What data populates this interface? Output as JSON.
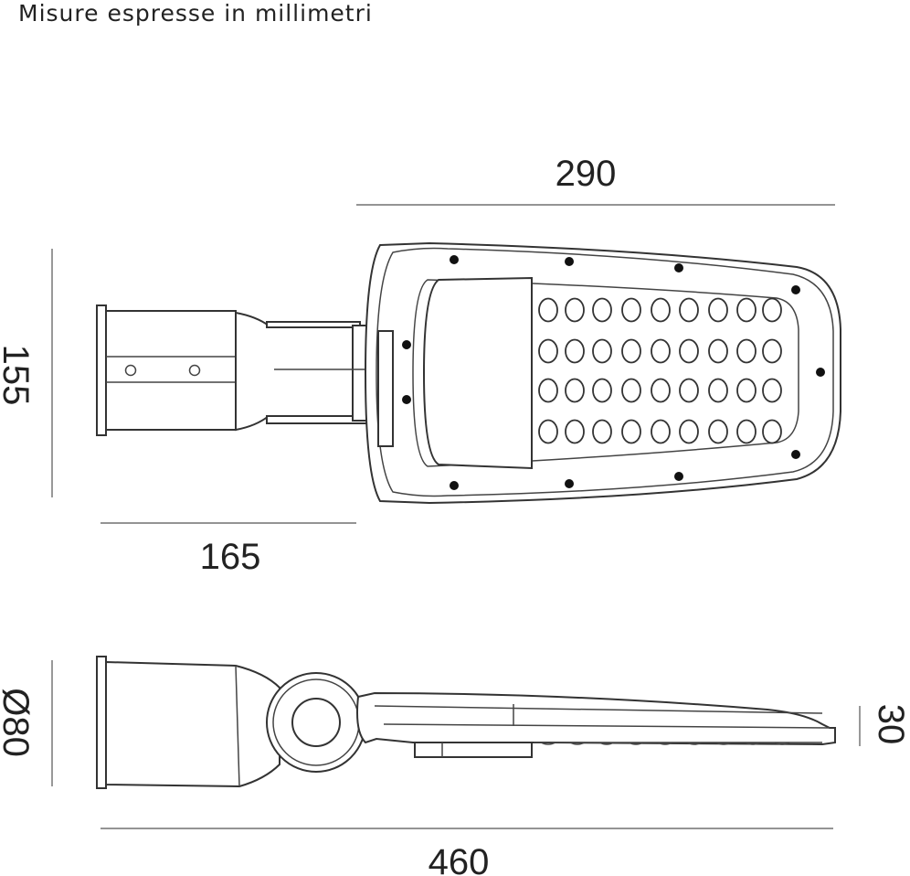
{
  "header": {
    "note": "Misure espresse in millimetri"
  },
  "dimensions": {
    "top_width": "290",
    "height": "155",
    "arm_length": "165",
    "diameter": "Ø80",
    "thickness": "30",
    "total_length": "460"
  },
  "colors": {
    "line": "#333333",
    "text": "#222222",
    "background": "#ffffff"
  }
}
